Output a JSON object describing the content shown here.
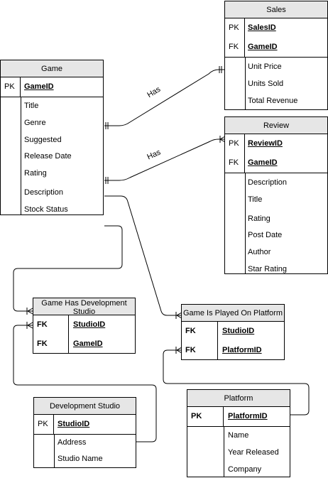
{
  "entities": {
    "sales": {
      "title": "Sales",
      "keys": [
        {
          "type": "PK",
          "name": "SalesID"
        },
        {
          "type": "FK",
          "name": "GameID"
        }
      ],
      "attributes": [
        "Unit Price",
        "Units Sold",
        "Total Revenue"
      ]
    },
    "game": {
      "title": "Game",
      "keys": [
        {
          "type": "PK",
          "name": "GameID"
        }
      ],
      "attributes": [
        "Title",
        "Genre",
        "Suggested",
        "Release Date",
        "Rating",
        "Description",
        "Stock Status"
      ]
    },
    "review": {
      "title": "Review",
      "keys": [
        {
          "type": "PK",
          "name": "ReviewID"
        },
        {
          "type": "FK",
          "name": "GameID"
        }
      ],
      "attributes": [
        "Description",
        "Title",
        "Rating",
        "Post Date",
        "Author",
        "Star Rating"
      ]
    },
    "game_has_dev_studio": {
      "title": "Game Has Development Studio",
      "keys": [
        {
          "type": "FK",
          "name": "StudioID"
        },
        {
          "type": "FK",
          "name": "GameID"
        }
      ]
    },
    "game_played_on_platform": {
      "title": "Game Is Played On Platform",
      "keys": [
        {
          "type": "FK",
          "name": "StudioID"
        },
        {
          "type": "FK",
          "name": "PlatformID"
        }
      ]
    },
    "development_studio": {
      "title": "Development Studio",
      "keys": [
        {
          "type": "PK",
          "name": "StudioID"
        }
      ],
      "attributes": [
        "Address",
        "Studio Name"
      ]
    },
    "platform": {
      "title": "Platform",
      "keys": [
        {
          "type": "PK",
          "name": "PlatformID"
        }
      ],
      "attributes": [
        "Name",
        "Year Released",
        "Company"
      ]
    }
  },
  "relationships": [
    {
      "from": "Game",
      "to": "Sales",
      "label": "Has"
    },
    {
      "from": "Game",
      "to": "Review",
      "label": "Has"
    }
  ]
}
